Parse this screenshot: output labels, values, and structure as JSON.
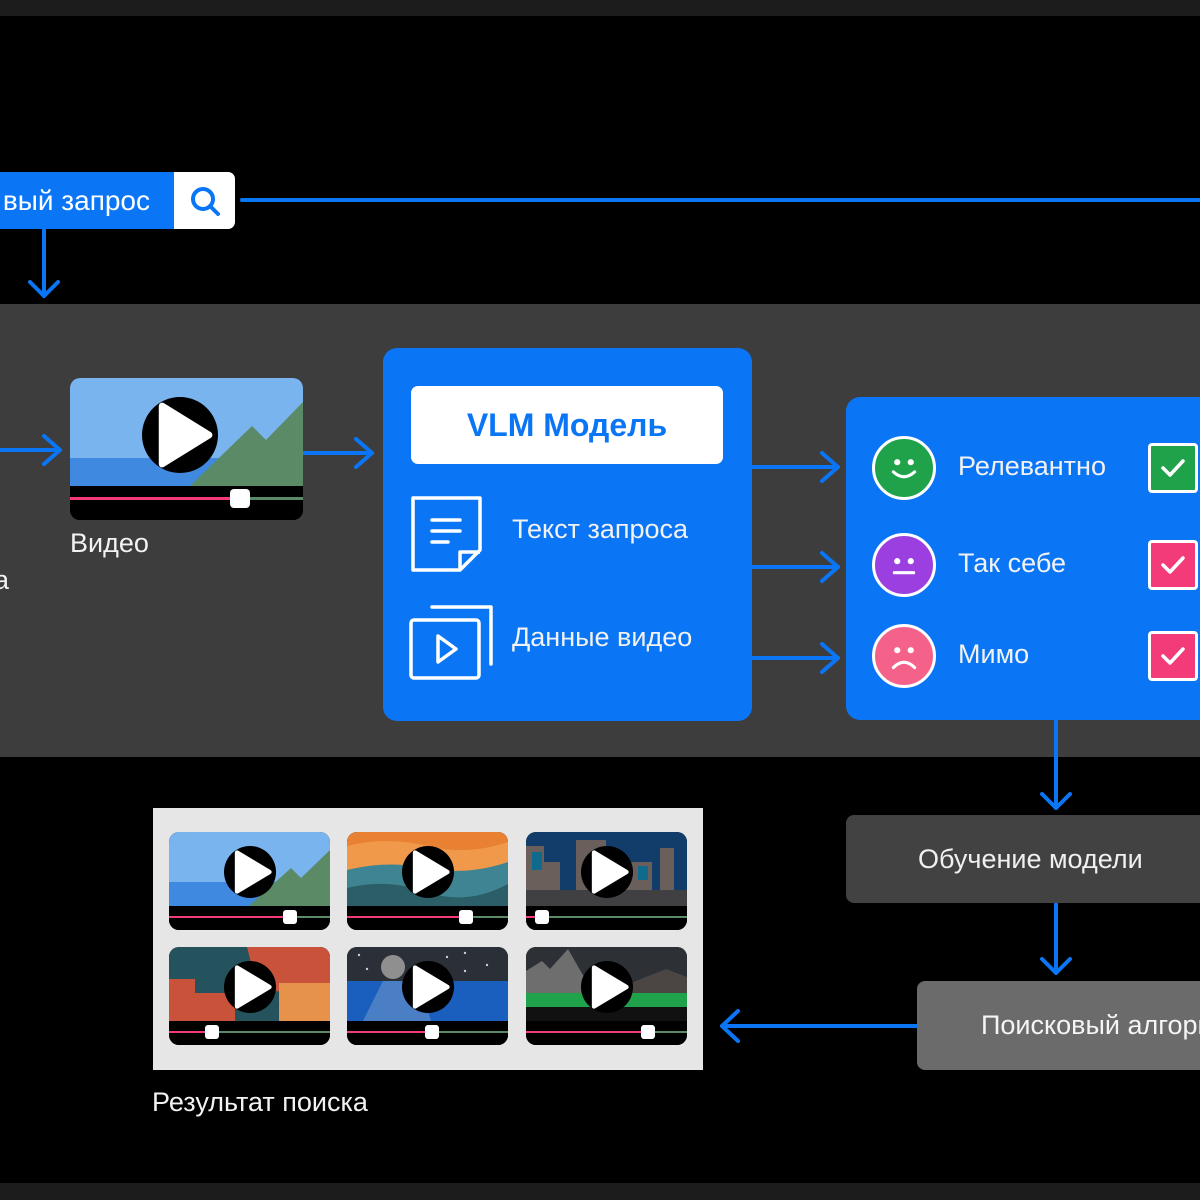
{
  "search": {
    "query_text_visible": "вый запрос",
    "button_icon": "search-icon"
  },
  "left_partial_label": "а",
  "video_input": {
    "label": "Видео",
    "progress": 0.73
  },
  "vlm": {
    "title": "VLM Модель",
    "inputs": [
      {
        "icon": "document-icon",
        "label": "Текст запроса"
      },
      {
        "icon": "video-stack-icon",
        "label": "Данные видео"
      }
    ]
  },
  "ratings": [
    {
      "label": "Релевантно",
      "face": "happy",
      "face_color": "#1fa24a",
      "check_color": "#1fa24a",
      "checked": true
    },
    {
      "label": "Так себе",
      "face": "neutral",
      "face_color": "#9b3fe0",
      "check_color": "#f43b7a",
      "checked": true
    },
    {
      "label": "Мимо",
      "face": "sad",
      "face_color": "#f4628a",
      "check_color": "#f43b7a",
      "checked": true
    }
  ],
  "training": {
    "label": "Обучение модели"
  },
  "algorithm": {
    "label": "Поисковый алгоритм"
  },
  "results": {
    "caption": "Результат поиска",
    "thumbnails": [
      {
        "scene": "sea-mountain",
        "progress": 0.75
      },
      {
        "scene": "sunset-waves",
        "progress": 0.74
      },
      {
        "scene": "city-night",
        "progress": 0.1
      },
      {
        "scene": "abstract-sun",
        "progress": 0.27
      },
      {
        "scene": "moon-lake",
        "progress": 0.53
      },
      {
        "scene": "mountains-grass",
        "progress": 0.76
      }
    ]
  },
  "colors": {
    "accent_blue": "#0a76f6",
    "progress_pink": "#f43b7a",
    "band_gray": "#3d3d3d",
    "background": "#000000"
  }
}
